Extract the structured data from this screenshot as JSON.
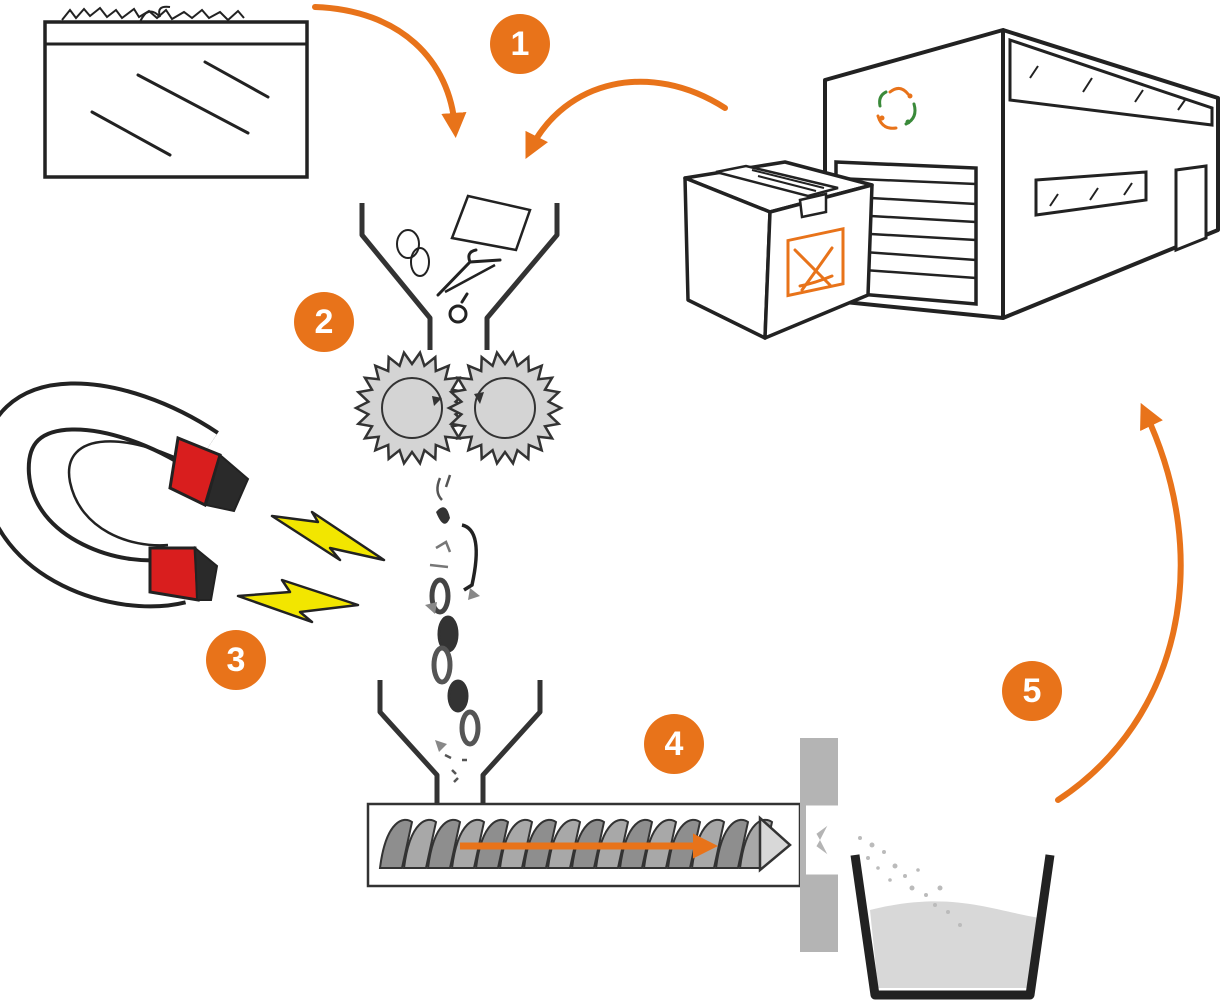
{
  "colors": {
    "accent": "#E8731A",
    "ink": "#222222",
    "gear_fill": "#D4D4D4",
    "magnet_red": "#D91E1E",
    "spark_yellow": "#F2E600",
    "screw_grey": "#9A9A9A",
    "die_grey": "#B4B4B4",
    "powder_grey": "#D8D8D8"
  },
  "icons": [
    "waste-container-icon",
    "recycling-factory-icon",
    "cardboard-box-icon",
    "recycle-symbol-icon",
    "hopper-icon",
    "shredder-gears-icon",
    "magnet-icon",
    "lightning-icon",
    "metal-chain-icon",
    "extruder-screw-icon",
    "die-plate-icon",
    "collection-bin-icon"
  ],
  "steps": [
    {
      "label": "1",
      "icon": "step-1-badge"
    },
    {
      "label": "2",
      "icon": "step-2-badge"
    },
    {
      "label": "3",
      "icon": "step-3-badge"
    },
    {
      "label": "4",
      "icon": "step-4-badge"
    },
    {
      "label": "5",
      "icon": "step-5-badge"
    }
  ]
}
